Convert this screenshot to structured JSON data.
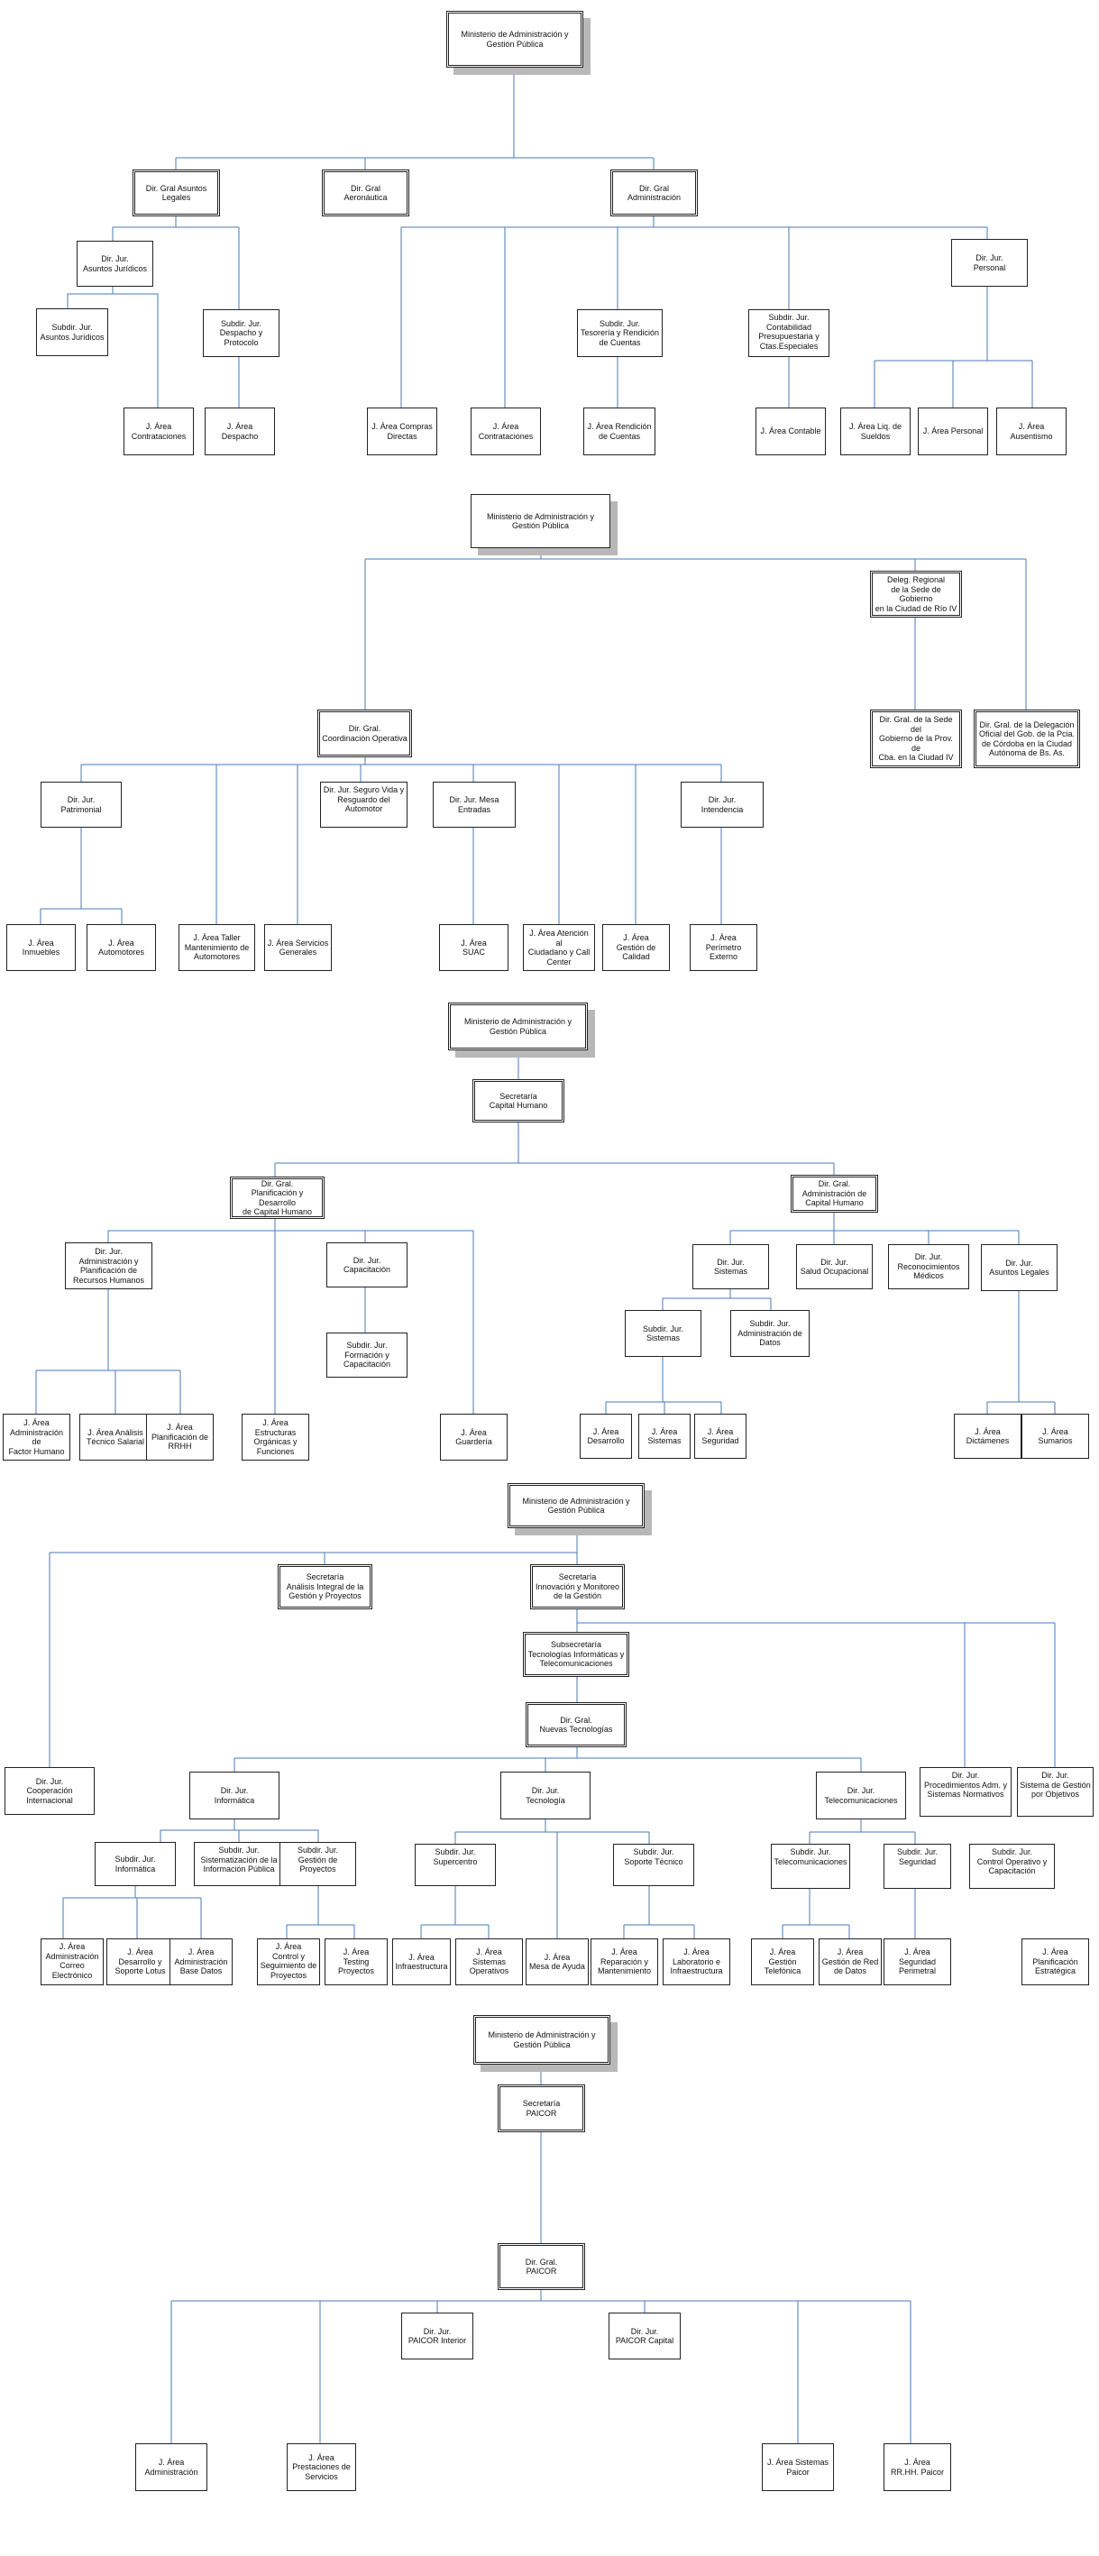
{
  "colors": {
    "line": "#4a7ab5",
    "border": "#222222",
    "shadow": "#b8b8b8"
  },
  "chart1": {
    "ministerio": "Ministerio de Administración y\nGestión Pública",
    "dg_asuntos_legales": "Dir. Gral Asuntos\nLegales",
    "dg_aeronautica": "Dir. Gral\nAeronáutica",
    "dg_administracion": "Dir. Gral\nAdministración",
    "dj_asuntos_juridicos": "Dir. Jur.\nAsuntos Jurídicos",
    "sd_asuntos_juridicos": "Subdir. Jur.\nAsuntos Jurídicos",
    "sd_despacho": "Subdir. Jur.\nDespacho y\nProtocolo",
    "ja_contrataciones_1": "J. Área\nContrataciones",
    "ja_despacho": "J. Área\nDespacho",
    "ja_compras": "J. Área Compras\nDirectas",
    "ja_contrataciones_2": "J. Área\nContrataciones",
    "sd_tesoreria": "Subdir. Jur.\nTesorería y Rendición\nde Cuentas",
    "ja_rendicion": "J. Área Rendición\nde Cuentas",
    "sd_contabilidad": "Subdir. Jur.\nContabilidad\nPresupuestaria y\nCtas.Especiales",
    "ja_contable": "J. Área Contable",
    "dj_personal": "Dir. Jur.\nPersonal",
    "ja_liq_sueldos": "J. Área Liq. de\nSueldos",
    "ja_personal": "J. Área Personal",
    "ja_ausentismo": "J. Área\nAusentismo"
  },
  "chart2": {
    "ministerio": "Ministerio de Administración y\nGestión Pública",
    "deleg_regional": "Deleg. Regional\nde la Sede de Gobierno\nen la Ciudad de Río IV",
    "dg_sede_cba": "Dir. Gral. de la Sede del\nGobierno de la Prov. de\nCba. en la Ciudad IV",
    "dg_delegacion_bsas": "Dir. Gral. de la Delegación\nOficial del Gob. de la Pcia.\nde Córdoba en la Ciudad\nAutónoma de Bs. As.",
    "dg_coordinacion": "Dir. Gral.\nCoordinación Operativa",
    "dj_patrimonial": "Dir. Jur.\nPatrimonial",
    "dj_seguro_vida": "Dir. Jur. Seguro Vida y\nResguardo del\nAutomotor",
    "dj_mesa_entradas": "Dir. Jur. Mesa\nEntradas",
    "dj_intendencia": "Dir. Jur.\nIntendencia",
    "ja_inmuebles": "J. Área\nInmuebles",
    "ja_automotores": "J. Área\nAutomotores",
    "ja_taller": "J. Área Taller\nMantenimiento de\nAutomotores",
    "ja_servicios_generales": "J. Área Servicios\nGenerales",
    "ja_suac": "J. Área\nSUAC",
    "ja_atencion": "J. Área Atención al\nCiudadano y Call\nCenter",
    "ja_gestion_calidad": "J. Área\nGestión de\nCalidad",
    "ja_perimetro": "J. Área\nPerímetro\nExterno"
  },
  "chart3": {
    "ministerio": "Ministerio de Administración y\nGestión Pública",
    "secretaria_capital": "Secretaría\nCapital Humano",
    "dg_planificacion": "Dir. Gral.\nPlanificación y Desarrollo\nde Capital Humano",
    "dg_administracion_ch": "Dir. Gral.\nAdministración de\nCapital Humano",
    "dj_admin_planif": "Dir. Jur.\nAdministración y\nPlanificación de\nRecursos Humanos",
    "dj_capacitacion": "Dir. Jur.\nCapacitación",
    "sd_formacion": "Subdir. Jur.\nFormación y\nCapacitación",
    "ja_factor_humano": "J. Área\nAdministración de\nFactor Humano",
    "ja_tecnico_salarial": "J. Área Análisis\nTécnico Salarial",
    "ja_planif_rrhh": "J. Área\nPlanificación de\nRRHH",
    "ja_estructuras": "J. Área\nEstructuras\nOrgánicas y\nFunciones",
    "ja_guarderia": "J. Área\nGuardería",
    "dj_sistemas": "Dir. Jur.\nSistemas",
    "dj_salud": "Dir. Jur.\nSalud Ocupacional",
    "dj_reconocimientos": "Dir. Jur.\nReconocimientos\nMédicos",
    "dj_asuntos_legales": "Dir. Jur.\nAsuntos Legales",
    "sd_sistemas": "Subdir. Jur.\nSistemas",
    "sd_admin_datos": "Subdir. Jur.\nAdministración de\nDatos",
    "ja_desarrollo": "J. Área\nDesarrollo",
    "ja_sistemas": "J. Área\nSistemas",
    "ja_seguridad": "J. Área\nSeguridad",
    "ja_dictamenes": "J. Área\nDictámenes",
    "ja_sumarios": "J. Área\nSumarios"
  },
  "chart4": {
    "ministerio": "Ministerio de Administración y\nGestión Pública",
    "sec_analisis": "Secretaría\nAnálisis Integral de la\nGestión y Proyectos",
    "sec_innovacion": "Secretaría\nInnovación y Monitoreo\nde la Gestión",
    "subsec_tecnologias": "Subsecretaría\nTecnologías Informáticas y\nTelecomunicaciones",
    "dg_nuevas_tec": "Dir. Gral.\nNuevas Tecnologías",
    "dj_cooperacion": "Dir. Jur.\nCooperación\nInternacional",
    "dj_informatica": "Dir. Jur.\nInformática",
    "dj_tecnologia": "Dir. Jur.\nTecnología",
    "dj_telecom": "Dir. Jur.\nTelecomunicaciones",
    "dj_procedimientos": "Dir. Jur.\nProcedimientos Adm. y\nSistemas Normativos",
    "dj_gestion_objetivos": "Dir. Jur.\nSistema de Gestión\npor Objetivos",
    "sd_informatica": "Subdir. Jur.\nInformática",
    "sd_sistematizacion": "Subdir. Jur.\nSistematización de la\nInformación Pública",
    "sd_gestion_proyectos": "Subdir. Jur.\nGestión de\nProyectos",
    "sd_supercentro": "Subdir. Jur.\nSupercentro",
    "sd_soporte_tecnico": "Subdir. Jur.\nSoporte Técnico",
    "sd_telecom": "Subdir. Jur.\nTelecomunicaciones",
    "sd_seguridad": "Subdir. Jur.\nSeguridad",
    "sd_control_operativo": "Subdir. Jur.\nControl Operativo y\nCapacitación",
    "ja_correo": "J. Área\nAdministración\nCorreo\nElectrónico",
    "ja_lotus": "J. Área\nDesarrollo y\nSoporte Lotus",
    "ja_base_datos": "J. Área\nAdministración\nBase Datos",
    "ja_control_seguimiento": "J. Área\nControl y\nSeguimiento de\nProyectos",
    "ja_testing": "J. Área\nTesting\nProyectos",
    "ja_infraestructura_1": "J. Área\nInfraestructura",
    "ja_sistemas_operativos": "J. Área\nSistemas\nOperativos",
    "ja_mesa_ayuda": "J. Área\nMesa de Ayuda",
    "ja_reparacion": "J. Área\nReparación y\nMantenimiento",
    "ja_laboratorio": "J. Área\nLaboratorio e\nInfraestructura",
    "ja_telefonica": "J. Área\nGestión\nTelefónica",
    "ja_red_datos": "J. Área\nGestión de Red\nde Datos",
    "ja_seg_perimetral": "J. Área\nSeguridad\nPerimetral",
    "ja_planif_estrategica": "J. Área\nPlanificación\nEstratégica"
  },
  "chart5": {
    "ministerio": "Ministerio de Administración y\nGestión Pública",
    "sec_paicor": "Secretaría\nPAICOR",
    "dg_paicor": "Dir. Gral.\nPAICOR",
    "dj_paicor_interior": "Dir. Jur.\nPAICOR Interior",
    "dj_paicor_capital": "Dir. Jur.\nPAICOR Capital",
    "ja_administracion": "J. Área\nAdministración",
    "ja_prestaciones": "J. Área\nPrestaciones de\nServicios",
    "ja_sistemas_paicor": "J. Área Sistemas\nPaicor",
    "ja_rrhh_paicor": "J. Área\nRR.HH. Paicor"
  }
}
